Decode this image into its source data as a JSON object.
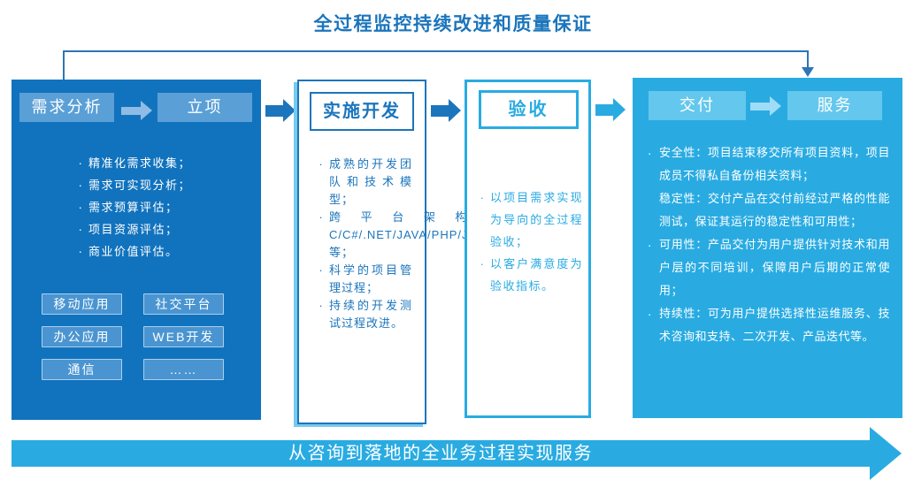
{
  "title": "全过程监控持续改进和质量保证",
  "glyphs": {
    "bullet": "·"
  },
  "stage1": {
    "tab_requirements": "需求分析",
    "tab_initiation": "立项",
    "bullets": [
      "精准化需求收集；",
      "需求可实现分析；",
      "需求预算评估；",
      "项目资源评估；",
      "商业价值评估。"
    ],
    "tags": [
      "移动应用",
      "社交平台",
      "办公应用",
      "WEB开发",
      "通信",
      "……"
    ]
  },
  "stage2": {
    "title": "实施开发",
    "bullets": [
      "成熟的开发团队和技术模型；",
      "跨平台架构开发：C/C#/.NET/JAVA/PHP/JSP/IOS/Android等；",
      "科学的项目管理过程；",
      "持续的开发测试过程改进。"
    ]
  },
  "stage3": {
    "title": "验收",
    "bullets": [
      "以项目需求实现为导向的全过程验收；",
      "以客户满意度为验收指标。"
    ]
  },
  "stage4": {
    "tab_delivery": "交付",
    "tab_service": "服务",
    "bullets": [
      "安全性：项目结束移交所有项目资料，项目成员不得私自备份相关资料；",
      "稳定性：交付产品在交付前经过严格的性能测试，保证其运行的稳定性和可用性；",
      "可用性：产品交付为用户提供针对技术和用户层的不同培训，保障用户后期的正常使用；",
      "持续性：可为用户提供选择性运维服务、技术咨询和支持、二次开发、产品迭代等。"
    ]
  },
  "bottom_banner": {
    "label": "从咨询到落地的全业务过程实现服务"
  },
  "colors": {
    "title_blue": "#1B75BC",
    "panel_blue": "#1173BE",
    "panel_cyan": "#29ABE2",
    "tab_light_blue": "#5B9FD7",
    "tab_light_cyan": "#64C7ED",
    "connector_blue": "#1B75BC",
    "connector_cyan": "#29ABE2",
    "bracket_blue": "#2E75B6",
    "banner_cyan": "#29ABE2"
  }
}
